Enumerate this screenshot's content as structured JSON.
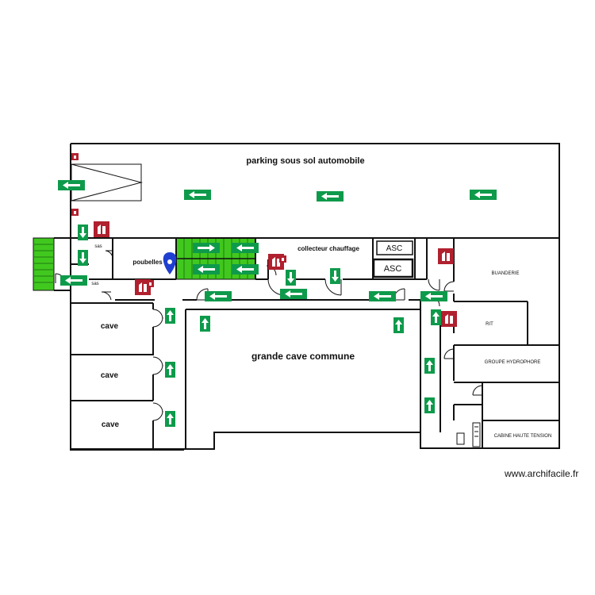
{
  "rooms": {
    "parking": "parking sous sol automobile",
    "collecteur": "collecteur chauffage",
    "poubelles": "poubelles",
    "sas_top": "sas",
    "sas_bottom": "sas",
    "buanderie": "BUANDERIE",
    "rit": "RIT",
    "groupe": "GROUPE HYDROPHORE",
    "cabine": "CABINE HAUTE TENSION",
    "grande_cave": "grande cave commune",
    "cave_1": "cave",
    "cave_2": "cave",
    "cave_3": "cave"
  },
  "elevators": {
    "asc_1": "ASC",
    "asc_2": "ASC"
  },
  "watermark": "www.archifacile.fr",
  "colors": {
    "wall": "#111111",
    "exit_sign": "#0e9a4b",
    "fire_sign": "#b0202e",
    "stair_fill": "#41c81f",
    "extinguisher": "#1f3fd0"
  },
  "icons": {
    "exit": "exit-arrow-sign-icon",
    "fire": "fire-equipment-sign-icon",
    "door": "door-swing-icon",
    "stairs": "staircase-icon",
    "extinguisher": "extinguisher-icon"
  }
}
